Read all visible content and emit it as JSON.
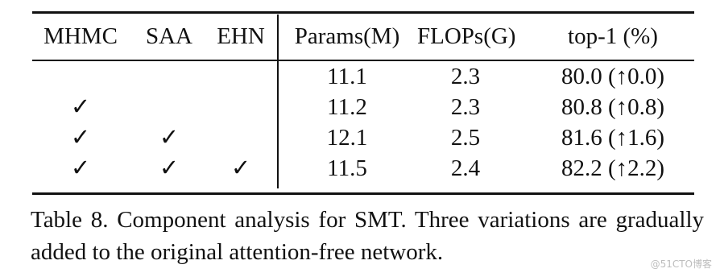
{
  "table": {
    "headers": [
      "MHMC",
      "SAA",
      "EHN",
      "Params(M)",
      "FLOPs(G)",
      "top-1 (%)"
    ],
    "rows": [
      {
        "mhmc": "",
        "saa": "",
        "ehn": "",
        "params": "11.1",
        "flops": "2.3",
        "top1": "80.0 (↑0.0)"
      },
      {
        "mhmc": "✓",
        "saa": "",
        "ehn": "",
        "params": "11.2",
        "flops": "2.3",
        "top1": "80.8 (↑0.8)"
      },
      {
        "mhmc": "✓",
        "saa": "✓",
        "ehn": "",
        "params": "12.1",
        "flops": "2.5",
        "top1": "81.6 (↑1.6)"
      },
      {
        "mhmc": "✓",
        "saa": "✓",
        "ehn": "✓",
        "params": "11.5",
        "flops": "2.4",
        "top1": "82.2 (↑2.2)"
      }
    ]
  },
  "caption": "Table 8. Component analysis for SMT. Three variations are gradually added to the original attention-free network.",
  "watermark": "@51CTO博客"
}
